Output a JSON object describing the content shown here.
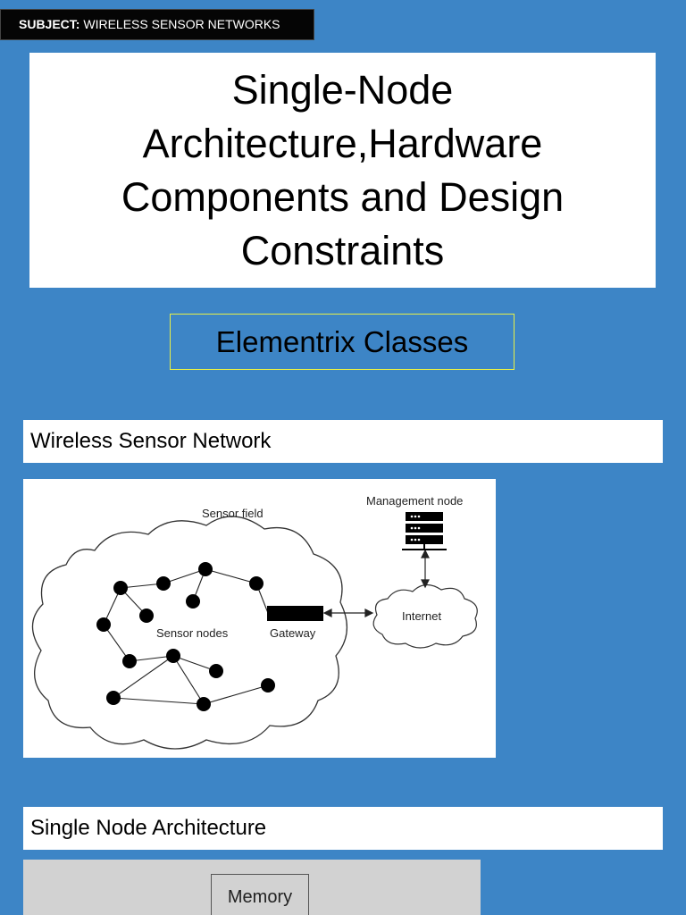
{
  "subject": {
    "prefix": "SUBJECT:",
    "value": "WIRELESS SENSOR NETWORKS"
  },
  "title": "Single-Node Architecture,Hardware Components and Design Constraints",
  "brand": "Elementrix Classes",
  "sections": [
    {
      "heading": "Wireless Sensor Network"
    },
    {
      "heading": "Single Node Architecture"
    }
  ],
  "wsn_diagram": {
    "sensor_field_label": "Sensor field",
    "sensor_nodes_label": "Sensor nodes",
    "gateway_label": "Gateway",
    "internet_label": "Internet",
    "management_node_label": "Management node"
  },
  "arch_diagram": {
    "memory_label": "Memory"
  }
}
